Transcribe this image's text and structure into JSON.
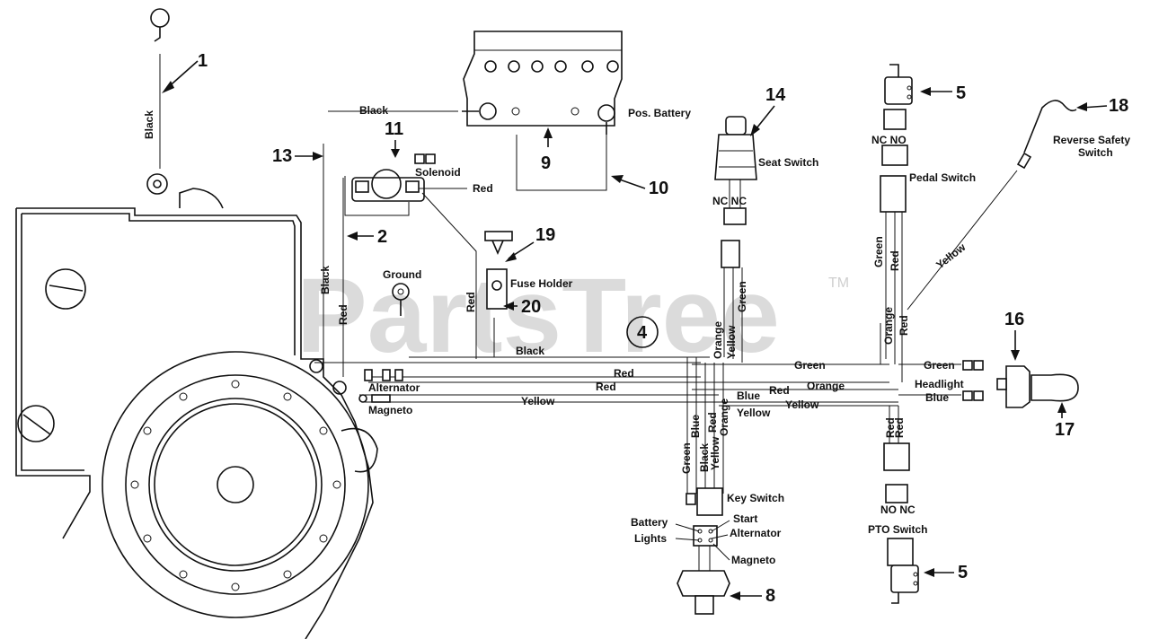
{
  "watermark": {
    "text": "PartsTree",
    "trademark": "TM"
  },
  "callouts": {
    "n1": "1",
    "n2": "2",
    "n4": "4",
    "n5a": "5",
    "n5b": "5",
    "n8": "8",
    "n9": "9",
    "n10": "10",
    "n11": "11",
    "n13": "13",
    "n14": "14",
    "n16": "16",
    "n17": "17",
    "n18": "18",
    "n19": "19",
    "n20": "20"
  },
  "labels": {
    "pos_battery": "Pos. Battery",
    "solenoid": "Solenoid",
    "seat_switch": "Seat Switch",
    "pedal_switch": "Pedal Switch",
    "reverse_safety_1": "Reverse Safety",
    "reverse_safety_2": "Switch",
    "ground": "Ground",
    "fuse_holder": "Fuse Holder",
    "alternator": "Alternator",
    "magneto": "Magneto",
    "headlight": "Headlight",
    "key_switch": "Key Switch",
    "battery": "Battery",
    "lights": "Lights",
    "start": "Start",
    "alternator_key": "Alternator",
    "magneto_key": "Magneto",
    "pto_switch": "PTO Switch",
    "nc_no_top": "NC  NO",
    "nc_nc": "NC  NC",
    "no_nc": "NO  NC"
  },
  "wires": {
    "black_top": "Black",
    "black_1": "Black",
    "black_13": "Black",
    "red_13": "Red",
    "red_solenoid": "Red",
    "red_fuse": "Red",
    "black_main": "Black",
    "red_main_1": "Red",
    "red_main_2": "Red",
    "yellow_main": "Yellow",
    "green_main": "Green",
    "green_head": "Green",
    "orange_main": "Orange",
    "red_right": "Red",
    "blue_right": "Blue",
    "blue_center": "Blue",
    "yellow_center": "Yellow",
    "yellow_right": "Yellow",
    "orange_v": "Orange",
    "yellow_v": "Yellow",
    "green_v": "Green",
    "green_pedal": "Green",
    "red_pedal": "Red",
    "orange_pedal": "Orange",
    "red_pedal2": "Red",
    "yellow_rev": "Yellow",
    "red_pto1": "Red",
    "red_pto2": "Red",
    "green_key": "Green",
    "blue_key": "Blue",
    "black_key": "Black",
    "red_key": "Red",
    "yellow_key": "Yellow",
    "orange_key": "Orange"
  }
}
